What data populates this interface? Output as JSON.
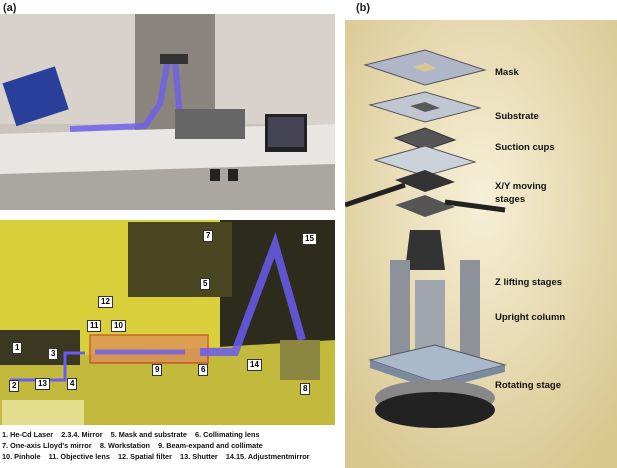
{
  "panel_a": {
    "label": "(a)",
    "photo_numbers": [
      "1",
      "2",
      "3",
      "4",
      "5",
      "6",
      "7",
      "8",
      "9",
      "10",
      "11",
      "12",
      "13",
      "14",
      "15"
    ],
    "caption": [
      "1. He-Cd Laser    2.3.4. Mirror    5. Mask and substrate    6. Collimating lens",
      "7. One-axis Lloyd's mirror    8. Workstation    9. Beam-expand and collimate",
      "10. Pinhole    11. Objective lens    12. Spatial filter    13. Shutter    14.15. Adjustmentmirror"
    ]
  },
  "panel_b": {
    "label": "(b)",
    "parts": [
      "Mask",
      "Substrate",
      "Suction cups",
      "X/Y moving\nstages",
      "Z lifting stages",
      "Upright column",
      "Rotating stage"
    ]
  },
  "colors": {
    "beam": "#6a5cf0",
    "yellow_room": "#d8cf3a",
    "panel_b_bg": "#e9dcae"
  }
}
